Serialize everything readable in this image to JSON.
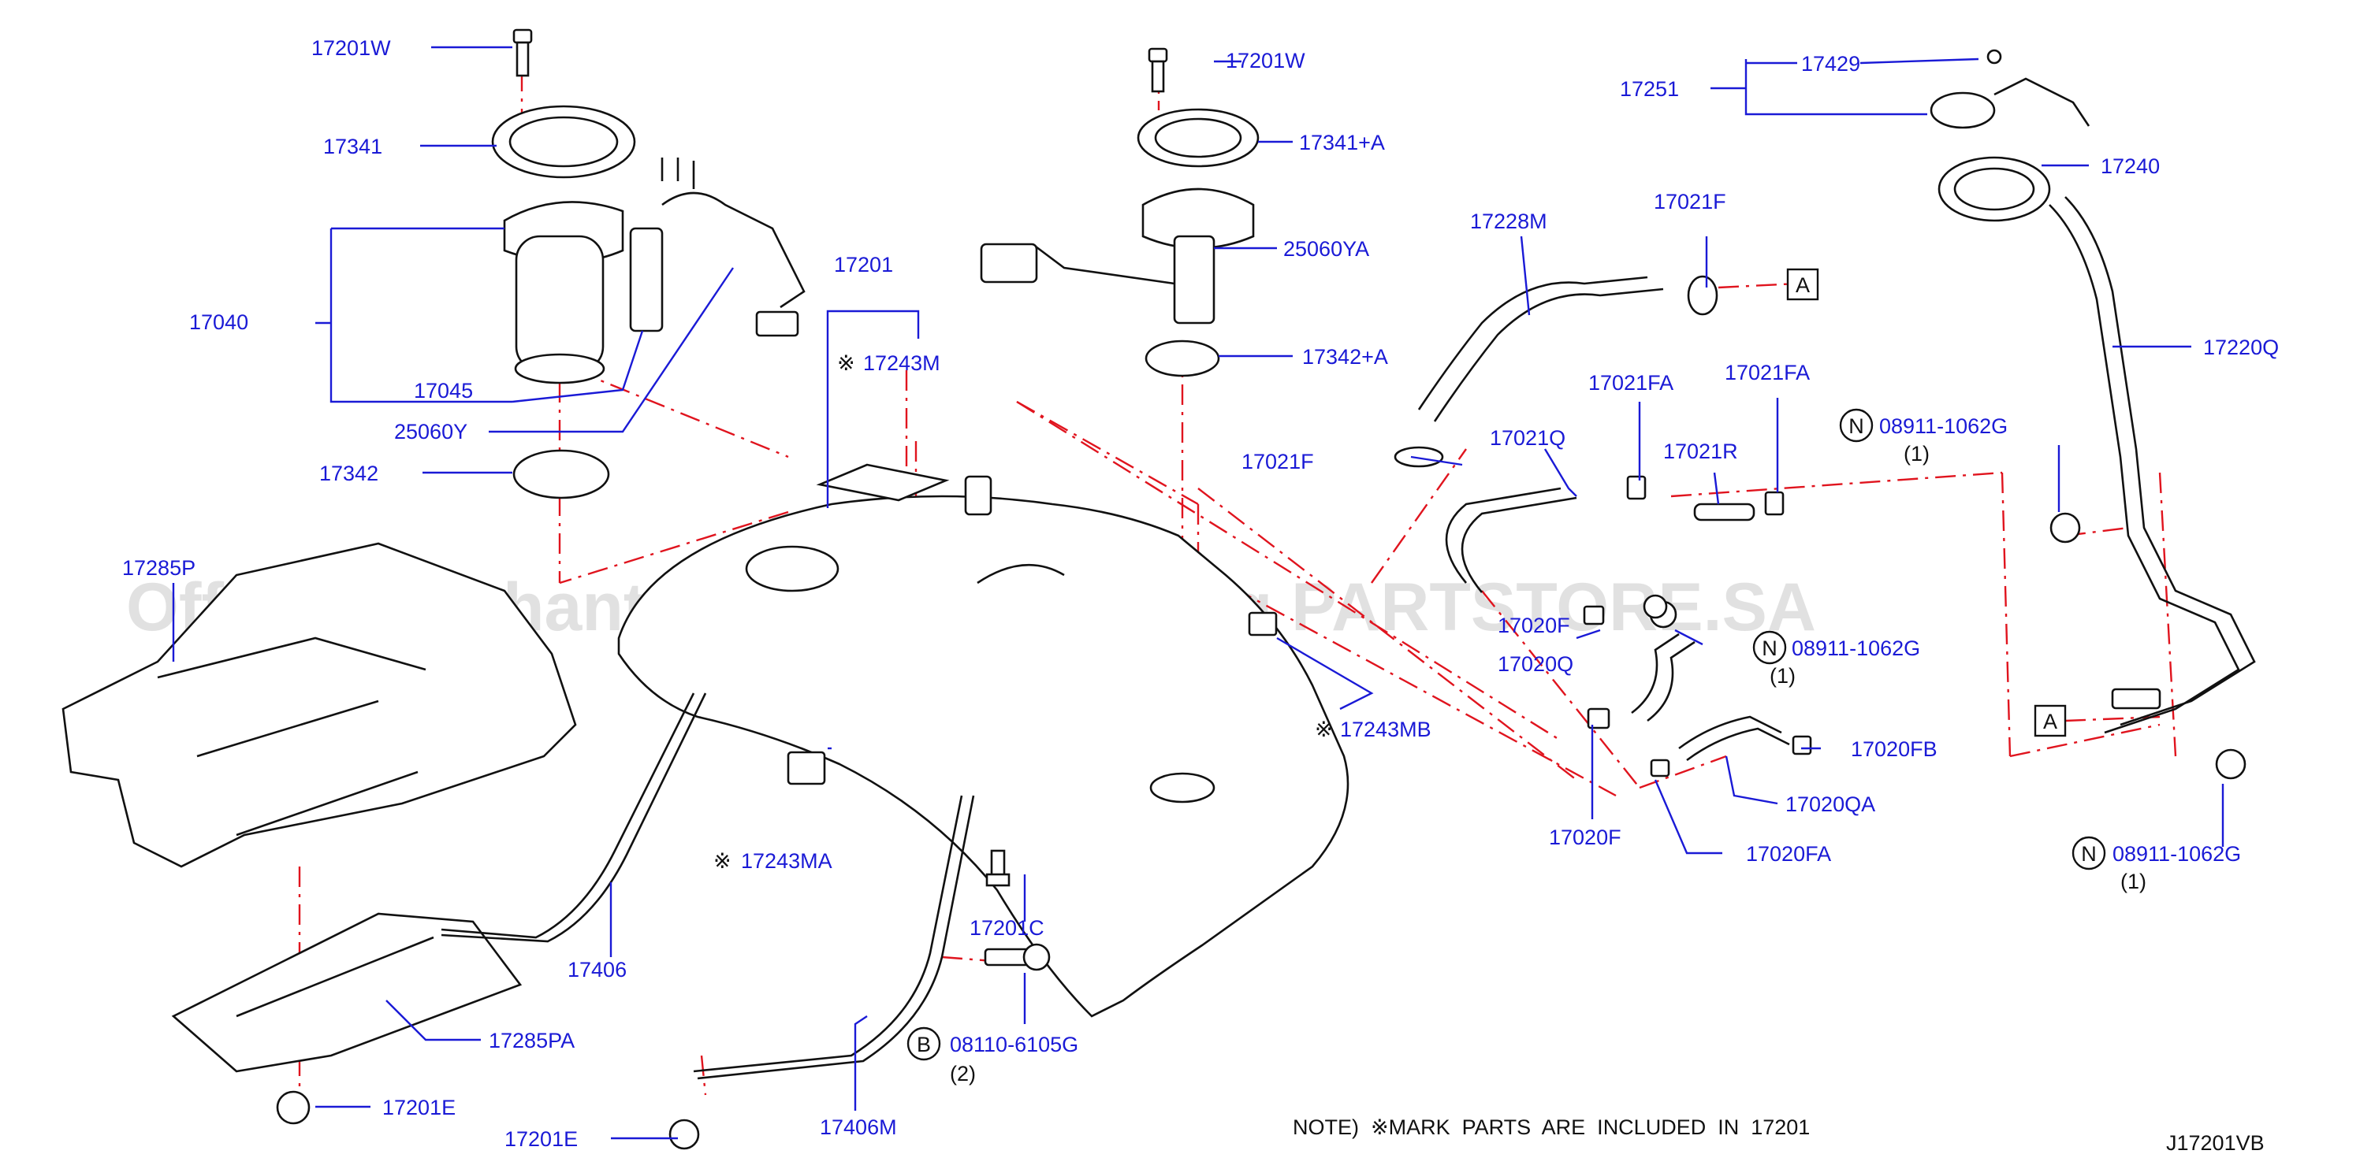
{
  "diagram": {
    "watermark": "Offers Merchant Auto Parts Catalog PARTSTORE.SA",
    "note": "NOTE)  ※MARK  PARTS  ARE  INCLUDED  IN  17201",
    "diagram_code": "J17201VB",
    "labels": {
      "l17201W_a": "17201W",
      "l17341": "17341",
      "l17040": "17040",
      "l17045": "17045",
      "l25060Y": "25060Y",
      "l17342": "17342",
      "l17285P": "17285P",
      "l17406": "17406",
      "l17285PA": "17285PA",
      "l17201E_a": "17201E",
      "l17201E_b": "17201E",
      "l17406M": "17406M",
      "l17201C": "17201C",
      "l08110": "08110-6105G",
      "l08110_qty": "(2)",
      "l17243MA": "17243MA",
      "l17201": "17201",
      "l17243M": "17243M",
      "l17201W_b": "17201W",
      "l17341A": "17341+A",
      "l25060YA": "25060YA",
      "l17342A": "17342+A",
      "l17243MB": "17243MB",
      "l17228M": "17228M",
      "l17021F_a": "17021F",
      "l17021F_b": "17021F",
      "l17021FA_a": "17021FA",
      "l17021FA_b": "17021FA",
      "l17021Q": "17021Q",
      "l17021R": "17021R",
      "l17020Q": "17020Q",
      "l17020F_a": "17020F",
      "l17020F_b": "17020F",
      "l08911_b": "08911-1062G",
      "l08911_b_qty": "(1)",
      "l17020FB": "17020FB",
      "l17020QA": "17020QA",
      "l17020FA": "17020FA",
      "l17251": "17251",
      "l17429": "17429",
      "l17240": "17240",
      "l17220Q": "17220Q",
      "l08911_a": "08911-1062G",
      "l08911_a_qty": "(1)",
      "l08911_c": "08911-1062G",
      "l08911_c_qty": "(1)",
      "ref_a1": "A",
      "ref_a2": "A",
      "circle_b": "B",
      "circle_n1": "N",
      "circle_n2": "N",
      "circle_n3": "N",
      "mark": "※"
    }
  }
}
